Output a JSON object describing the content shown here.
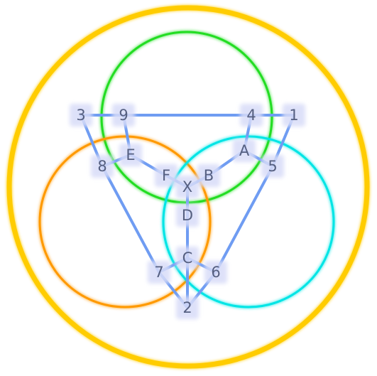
{
  "diagram": {
    "colors": {
      "outer_ring": "#ffcc00",
      "circle_top": "#22dd22",
      "circle_left": "#ff9900",
      "circle_right": "#00e5e5",
      "edge": "#6f9cf2",
      "node_halo": "#d8dcf8",
      "label": "#555f80"
    },
    "nodes": [
      {
        "id": "3",
        "label": "3"
      },
      {
        "id": "9",
        "label": "9"
      },
      {
        "id": "4",
        "label": "4"
      },
      {
        "id": "1",
        "label": "1"
      },
      {
        "id": "E",
        "label": "E"
      },
      {
        "id": "8",
        "label": "8"
      },
      {
        "id": "A",
        "label": "A"
      },
      {
        "id": "5",
        "label": "5"
      },
      {
        "id": "F",
        "label": "F"
      },
      {
        "id": "B",
        "label": "B"
      },
      {
        "id": "X",
        "label": "X"
      },
      {
        "id": "D",
        "label": "D"
      },
      {
        "id": "C",
        "label": "C"
      },
      {
        "id": "7",
        "label": "7"
      },
      {
        "id": "6",
        "label": "6"
      },
      {
        "id": "2",
        "label": "2"
      }
    ],
    "edges": [
      [
        "3",
        "9"
      ],
      [
        "9",
        "4"
      ],
      [
        "4",
        "1"
      ],
      [
        "3",
        "8"
      ],
      [
        "8",
        "E"
      ],
      [
        "9",
        "E"
      ],
      [
        "E",
        "F"
      ],
      [
        "F",
        "X"
      ],
      [
        "4",
        "A"
      ],
      [
        "A",
        "B"
      ],
      [
        "B",
        "X"
      ],
      [
        "A",
        "5"
      ],
      [
        "1",
        "5"
      ],
      [
        "X",
        "D"
      ],
      [
        "D",
        "C"
      ],
      [
        "C",
        "7"
      ],
      [
        "C",
        "6"
      ],
      [
        "C",
        "2"
      ],
      [
        "8",
        "7"
      ],
      [
        "7",
        "2"
      ],
      [
        "5",
        "6"
      ],
      [
        "6",
        "2"
      ]
    ]
  }
}
